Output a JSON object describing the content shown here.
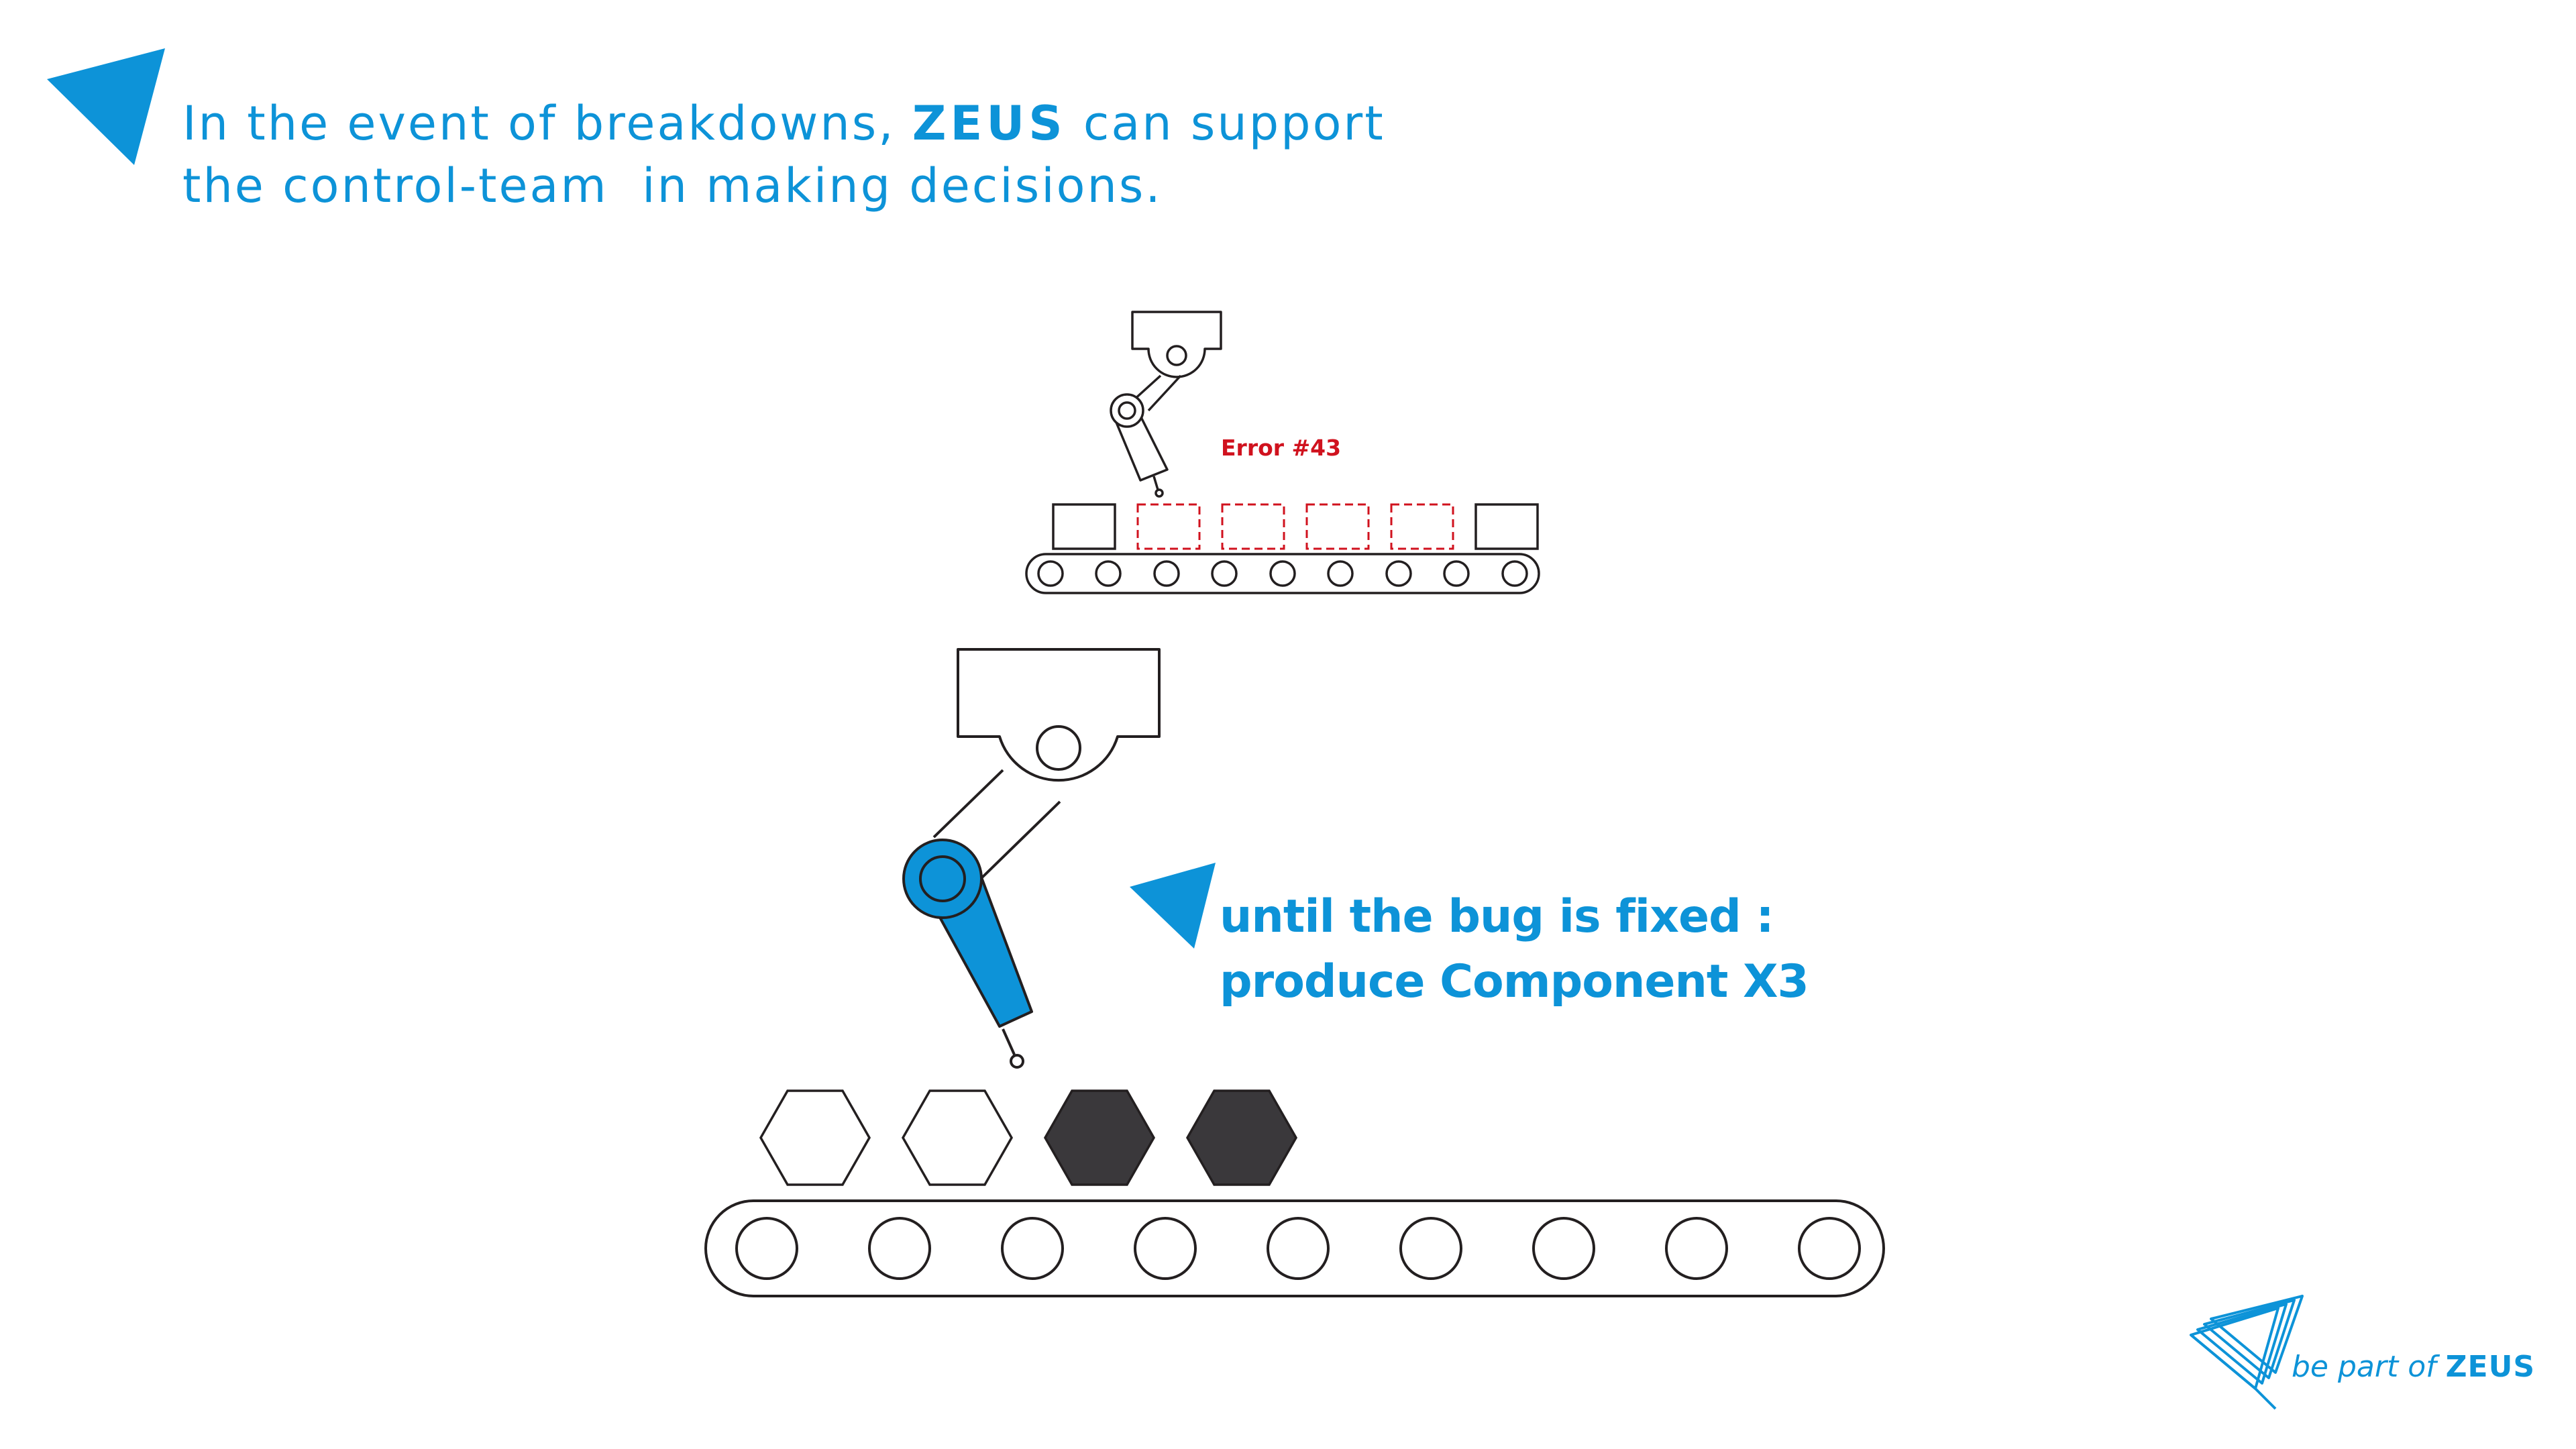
{
  "headline": {
    "line1_prefix": "In the event of breakdowns,",
    "brand": "ZEUS",
    "line1_suffix": "can support",
    "line2": "the control-team  in making decisions."
  },
  "error_label": "Error #43",
  "callout": {
    "line1": "until the bug is fixed :",
    "line2": "produce Component X3"
  },
  "footer": {
    "tagline_prefix": "be part of",
    "brand": "ZEUS"
  },
  "colors": {
    "accent": "#0d93d8",
    "error": "#d0121e",
    "line": "#231f20",
    "dark_component": "#3a383b"
  },
  "icons": [
    "zeus-triangle-icon",
    "zeus-logo-icon"
  ]
}
